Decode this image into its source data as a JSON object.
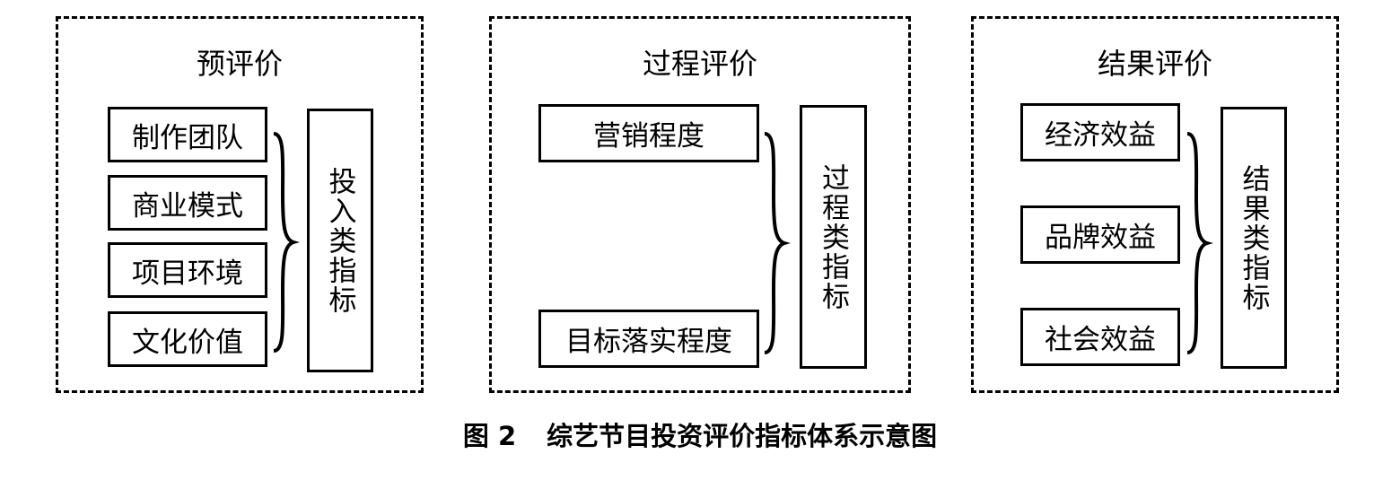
{
  "panels": [
    {
      "title": "预评价",
      "items": [
        "制作团队",
        "商业模式",
        "项目环境",
        "文化价值"
      ],
      "category": "投入类指标"
    },
    {
      "title": "过程评价",
      "items": [
        "营销程度",
        "目标落实程度"
      ],
      "category": "过程类指标"
    },
    {
      "title": "结果评价",
      "items": [
        "经济效益",
        "品牌效益",
        "社会效益"
      ],
      "category": "结果类指标"
    }
  ],
  "caption": {
    "figure_label": "图 2",
    "title": "综艺节目投资评价指标体系示意图"
  }
}
